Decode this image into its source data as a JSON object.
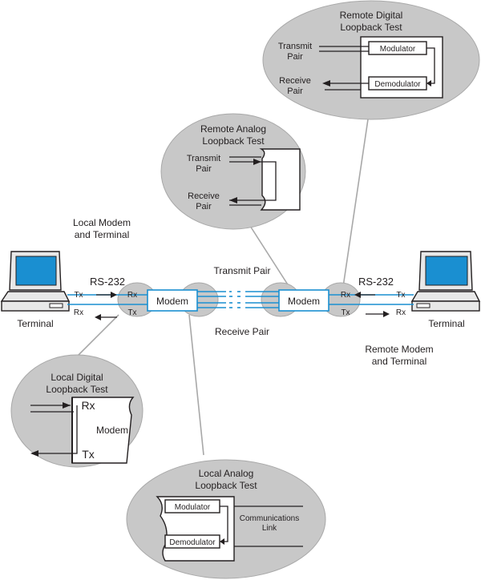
{
  "remote_digital": {
    "title1": "Remote Digital",
    "title2": "Loopback Test",
    "tx1": "Transmit",
    "tx2": "Pair",
    "rx1": "Receive",
    "rx2": "Pair",
    "modulator": "Modulator",
    "demodulator": "Demodulator"
  },
  "remote_analog": {
    "title1": "Remote Analog",
    "title2": "Loopback Test",
    "tx1": "Transmit",
    "tx2": "Pair",
    "rx1": "Receive",
    "rx2": "Pair"
  },
  "local_terminal": {
    "label1": "Local Modem",
    "label2": "and Terminal",
    "terminal": "Terminal",
    "rs232": "RS-232",
    "tx": "Tx",
    "rx": "Rx"
  },
  "remote_terminal": {
    "label1": "Remote Modem",
    "label2": "and Terminal",
    "terminal": "Terminal",
    "rs232": "RS-232",
    "tx": "Tx",
    "rx": "Rx"
  },
  "link": {
    "transmit": "Transmit Pair",
    "receive": "Receive Pair",
    "modem_left": "Modem",
    "modem_right": "Modem",
    "rx": "Rx",
    "tx": "Tx"
  },
  "local_digital": {
    "title1": "Local Digital",
    "title2": "Loopback Test",
    "rx": "Rx",
    "tx": "Tx",
    "modem": "Modem"
  },
  "local_analog": {
    "title1": "Local Analog",
    "title2": "Loopback Test",
    "modulator": "Modulator",
    "demodulator": "Demodulator",
    "comm1": "Communications",
    "comm2": "Link"
  },
  "colors": {
    "bubble": "#c8c8c8",
    "screen": "#1a8fd1",
    "line_blue": "#1a8fd1"
  }
}
